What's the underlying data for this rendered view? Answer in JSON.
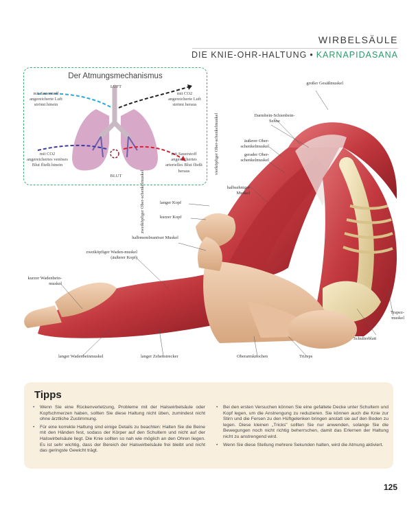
{
  "header": {
    "chapter": "WIRBELSÄULE",
    "pose": "DIE KNIE-OHR-HALTUNG",
    "separator": "•",
    "sanskrit": "KARNAPIDASANA"
  },
  "breathing": {
    "title": "Der Atmungsmechanismus",
    "luft": "LUFT",
    "blut": "BLUT",
    "in_left_top": "mit Sauerstoff angereicherte Luft strömt hinein",
    "out_right_top": "mit CO2 angereicherte Luft strömt heraus",
    "in_left_bottom": "mit CO2 angereichertes venöses Blut fließt hinein",
    "out_right_bottom": "mit Sauerstoff angereichertes arterielles Blut fließt heraus",
    "colors": {
      "oxygen": "#2aa9e0",
      "co2": "#222222",
      "venous": "#3a3aa0",
      "arterial": "#d42032",
      "border": "#3fae7a"
    }
  },
  "anatomy": {
    "grosser_gesaessmuskel": "großer Gesäßmuskel",
    "darmbein_schienbein_sehne": "Darmbein-Schienbein-Sehne",
    "vierkoepfiger_group": "vierköpfiger Ober-schenkelmuskel",
    "ausserer_oberschenkelmuskel": "äußerer Ober-schenkelmuskel",
    "gerader_oberschenkelmuskel": "gerader Ober-schenkelmuskel",
    "halbsehniger_muskel": "halbsehniger Muskel",
    "zweikoepfiger_group": "zweiköpfiger Ober-schenkelmuskel",
    "langer_kopf": "langer Kopf",
    "kurzer_kopf": "kurzer Kopf",
    "halbmembranoeser_muskel": "halbmembranöser Muskel",
    "zweikoepfiger_wadenmuskel": "zweiköpfiger Waden-muskel (äußerer Kopf)",
    "kurzer_wadenbeinmuskel": "kurzer Wadenbein-muskel",
    "langer_wadenbeinmuskel": "langer Wadenbeinmuskel",
    "langer_zehenstrecker": "langer Zehenstrecker",
    "oberarmknochen": "Oberarmknochen",
    "trizeps": "Trizeps",
    "schulterblatt": "Schulterblatt",
    "trapezmuskel": "Trapez-muskel"
  },
  "tips": {
    "title": "Tipps",
    "items_left": [
      "Wenn Sie eine Rückenverletzung, Probleme mit der Halswirbelsäule oder Kopfschmerzen haben, sollten Sie diese Haltung nicht üben, zumindest nicht ohne ärztliche Zustimmung.",
      "Für eine korrekte Haltung sind einige Details zu beachten: Halten Sie die Beine mit den Händen fest, sodass der Körper auf den Schultern und nicht auf der Halswirbelsäule liegt. Die Knie sollten so nah wie möglich an den Ohren liegen. Es ist sehr wichtig, dass der Bereich der Halswirbelsäule frei bleibt und nicht das geringste Gewicht trägt."
    ],
    "items_right": [
      "Bei den ersten Versuchen können Sie eine gefaltete Decke unter Schultern und Kopf legen, um die Anstrengung zu reduzieren. Sie können auch die Knie zur Stirn und die Fersen zu den Hüftgelenken bringen anstatt sie auf den Boden zu legen. Diese kleinen „Tricks\" sollten Sie nur anwenden, solange Sie die Bewegungen noch nicht richtig beherrschen, damit das Erlernen der Haltung nicht zu anstrengend wird.",
      "Wenn Sie diese Stellung mehrere Sekunden halten, wird die Atmung aktiviert."
    ]
  },
  "page_number": "125"
}
